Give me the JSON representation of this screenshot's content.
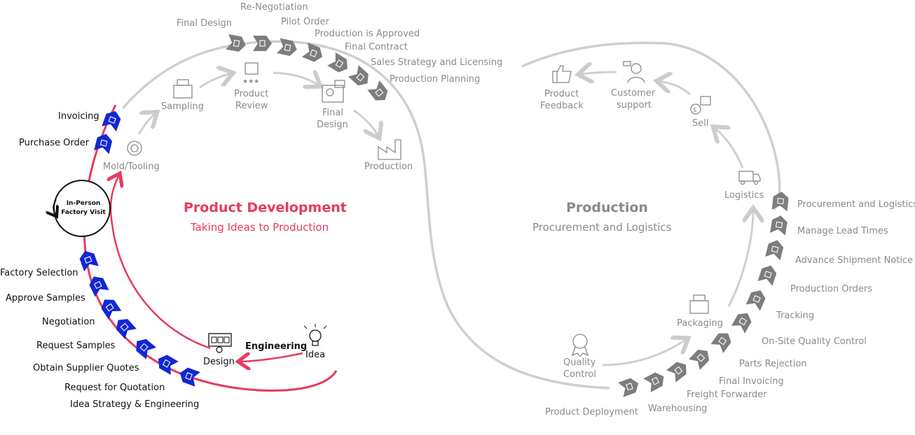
{
  "left": {
    "title": "Product Development",
    "subtitle": "Taking Ideas to Production",
    "blue_steps": [
      "Idea Strategy & Engineering",
      "Request for Quotation",
      "Obtain Supplier Quotes",
      "Request Samples",
      "Negotiation",
      "Approve Samples",
      "Factory Selection",
      "Purchase Order",
      "Invoicing"
    ],
    "visit_line1": "In-Person",
    "visit_line2": "Factory Visit",
    "grey_steps": [
      "Final Design",
      "Re-Negotiation",
      "Pilot Order",
      "Production is Approved",
      "Final Contract",
      "Sales Strategy and Licensing",
      "Production Planning"
    ],
    "inner": {
      "mold": "Mold/Tooling",
      "sampling": "Sampling",
      "review_1": "Product",
      "review_2": "Review",
      "final_1": "Final",
      "final_2": "Design",
      "production": "Production",
      "design": "Design",
      "engineering": "Engineering",
      "idea": "Idea"
    }
  },
  "right": {
    "title": "Production",
    "subtitle": "Procurement and Logistics",
    "grey_steps": [
      "Product Deployment",
      "Warehousing",
      "Freight Forwarder",
      "Final Invoicing",
      "Parts Rejection",
      "On-Site Quality Control",
      "Tracking",
      "Production Orders",
      "Advance Shipment Notice",
      "Manage Lead Times",
      "Procurement and Logistics"
    ],
    "inner": {
      "qc_1": "Quality",
      "qc_2": "Control",
      "packaging": "Packaging",
      "logistics": "Logistics",
      "sell": "Sell",
      "support_1": "Customer",
      "support_2": "support",
      "feedback_1": "Product",
      "feedback_2": "Feedback"
    }
  },
  "colors": {
    "blue": "#1227d6",
    "pink": "#e83a5d",
    "grey": "#7d7d7d",
    "light": "#cccccc"
  }
}
